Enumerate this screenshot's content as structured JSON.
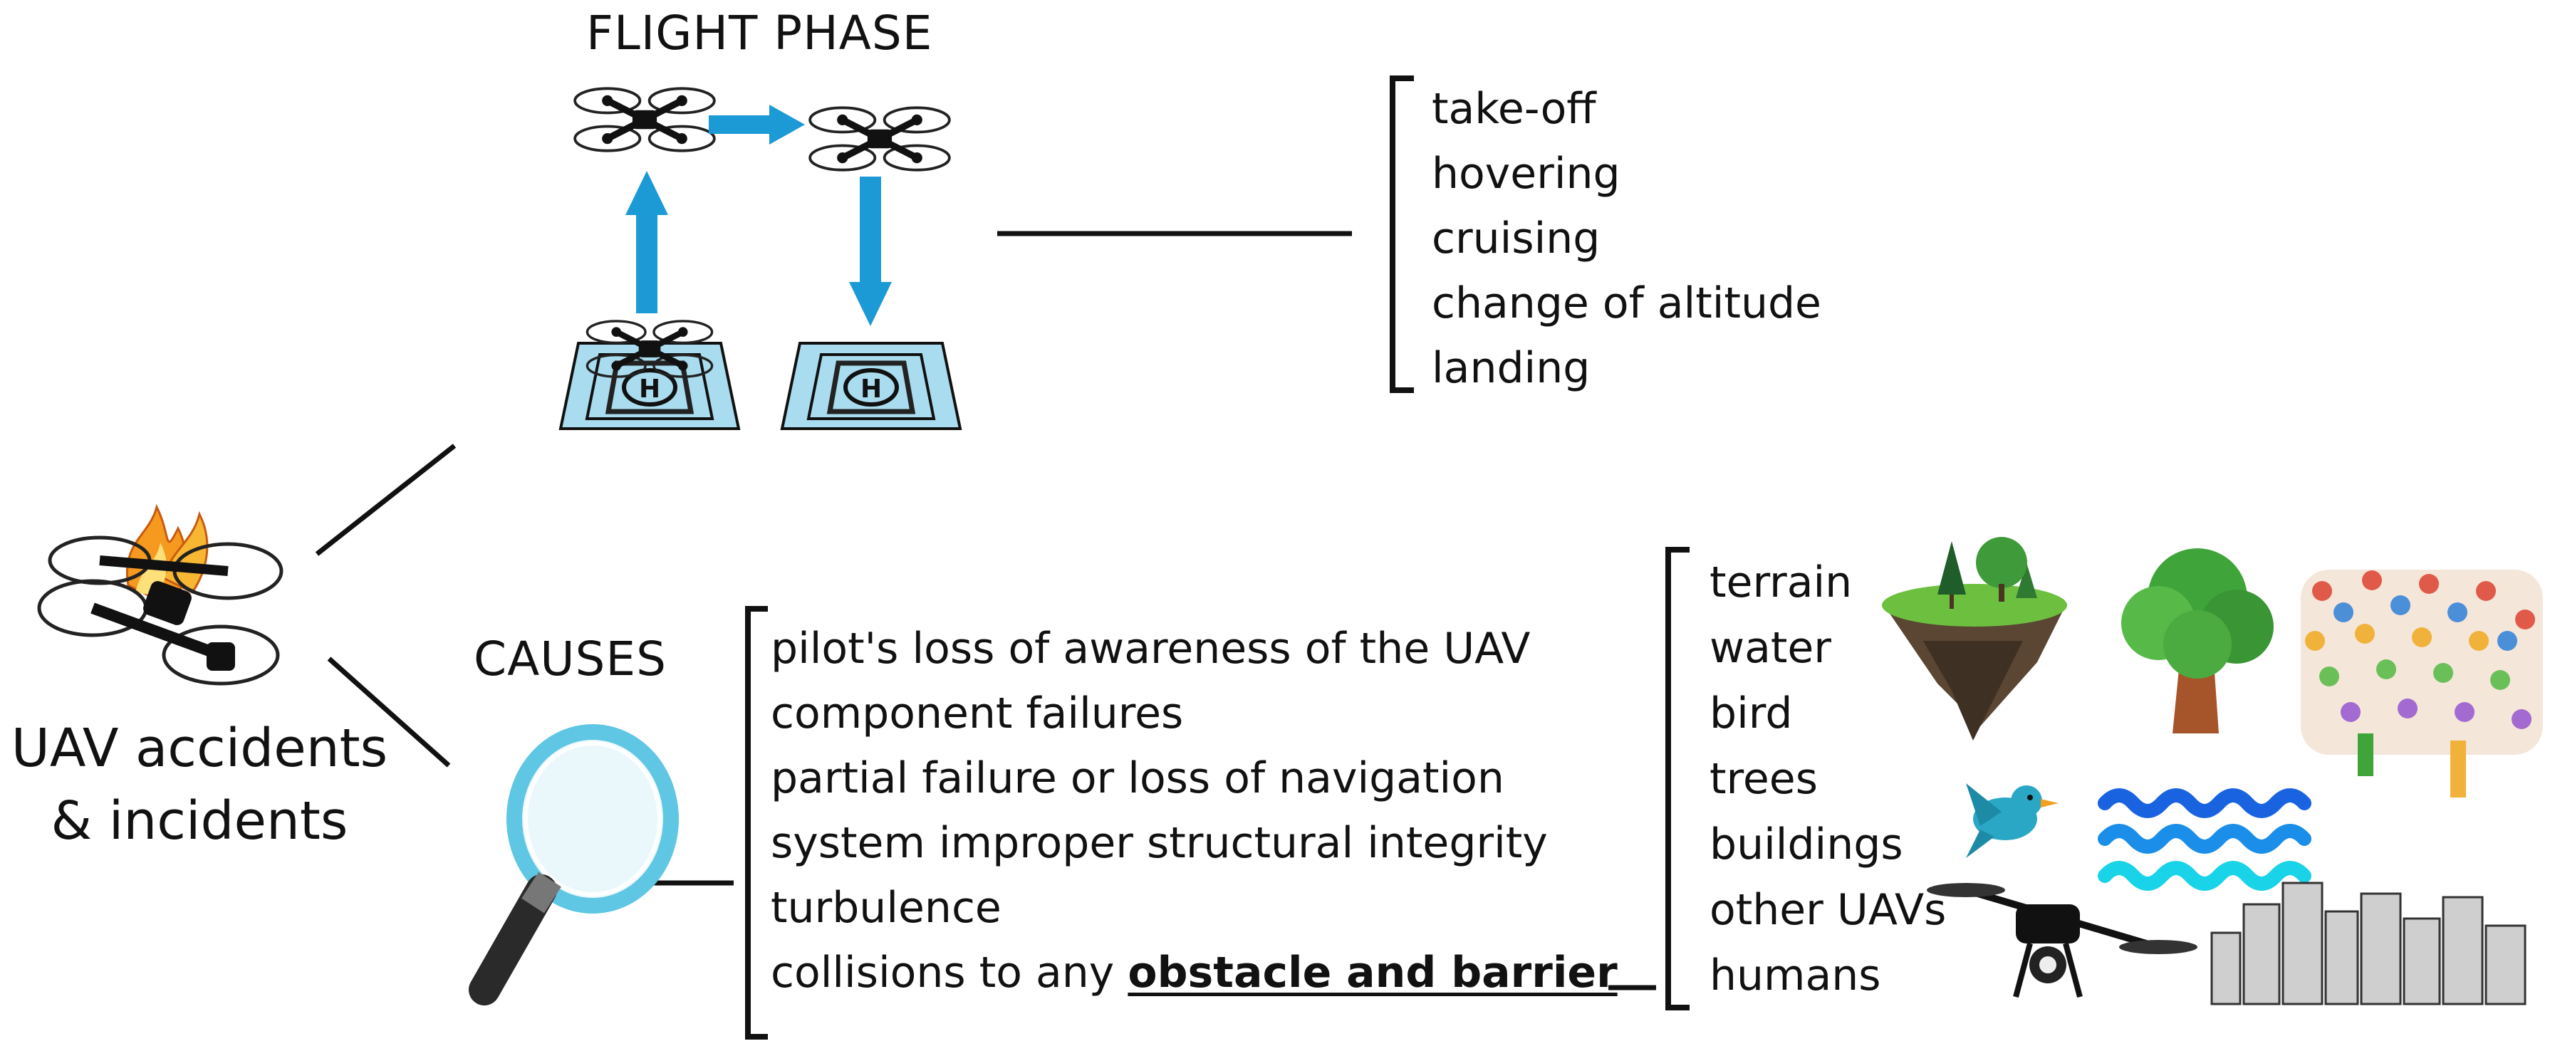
{
  "flight_phase": {
    "title": "FLIGHT PHASE",
    "phases": [
      "take-off",
      "hovering",
      "cruising",
      "change of altitude",
      "landing"
    ]
  },
  "main_label": {
    "line1": "UAV accidents",
    "line2": "& incidents"
  },
  "causes": {
    "title": "CAUSES",
    "items": [
      "pilot's loss of awareness of the UAV",
      "component failures",
      "partial failure or loss of navigation",
      "system improper structural integrity",
      "turbulence"
    ],
    "last_item_prefix": "collisions to any ",
    "last_item_emphasis": "obstacle and barrier"
  },
  "obstacles": {
    "items": [
      "terrain",
      "water",
      "bird",
      "trees",
      "buildings",
      "other UAVs",
      "humans"
    ]
  },
  "colors": {
    "arrow_blue": "#1c9ad6",
    "helipad_fill": "#a9dcef",
    "fire_orange": "#f59a1f",
    "water_blue": "#1a63e0",
    "water_cyan": "#19d3e8",
    "tree_green": "#3fa43a",
    "bird_teal": "#2aa7c4"
  }
}
